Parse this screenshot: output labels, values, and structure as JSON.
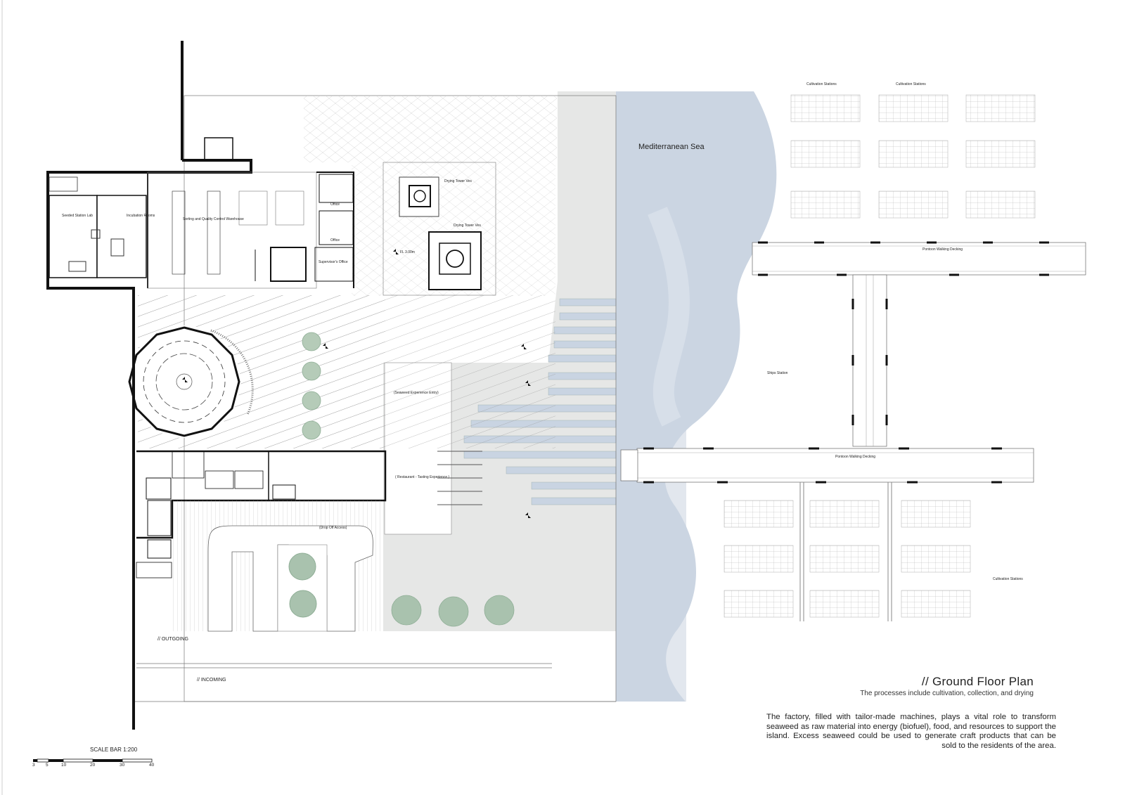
{
  "page": {
    "title": ""
  },
  "plan_labels": {
    "sea": "Mediterranean Sea",
    "cultivation_a": "Cultivation Stations",
    "cultivation_b": "Cultivation Stations",
    "cultivation_c": "Cultivation Stations",
    "pontoon_upper": "Pontoon Walking Decking",
    "pontoon_lower": "Pontoon Walking Decking",
    "ships_station": "Ships Station",
    "outgoing": "// OUTGOING",
    "incoming": "// INCOMING",
    "drying_tower_a": "Drying Tower Ves",
    "drying_tower_b": "Drying Tower Ves",
    "office_a": "Office",
    "office_b": "Office",
    "supervisor": "Supervisor's Office",
    "sorting_hall": "Sorting and Quality Control Warehouse",
    "incubation": "Incubation Rooms",
    "seeded_station": "Seeded Station Lab",
    "level_mark": "FL 3.00m"
  },
  "title_block": {
    "title": "// Ground Floor Plan",
    "subtitle": "The processes include cultivation, collection, and drying"
  },
  "description": "The factory, filled with tailor-made machines, plays a vital role to transform seaweed as raw material into energy (biofuel), food, and resources to support the island. Excess seaweed could be used to generate craft products that can be sold to the residents of the area.",
  "scale_bar": {
    "label": "SCALE BAR 1:200",
    "ticks": [
      "3",
      "5",
      "10",
      "20",
      "30",
      "40"
    ]
  },
  "colors": {
    "sea": "#c9d4e2",
    "sea_light": "#e0e6ee",
    "paving": "#e6e7e6",
    "tree": "#a9c2ae",
    "wall": "#111111"
  }
}
